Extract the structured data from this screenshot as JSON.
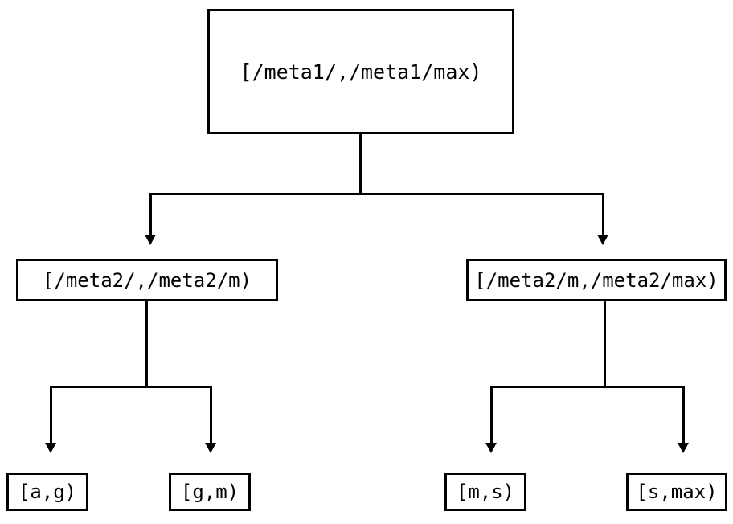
{
  "diagram": {
    "type": "tree",
    "orientation": "top-down",
    "background_color": "#ffffff",
    "stroke_color": "#000000",
    "text_color": "#000000",
    "nodes": {
      "root": {
        "label": "[/meta1/,/meta1/max)",
        "level": 0
      },
      "mid_left": {
        "label": "[/meta2/,/meta2/m)",
        "level": 1
      },
      "mid_right": {
        "label": "[/meta2/m,/meta2/max)",
        "level": 1
      },
      "leaf_ag": {
        "label": "[a,g)",
        "level": 2
      },
      "leaf_gm": {
        "label": "[g,m)",
        "level": 2
      },
      "leaf_ms": {
        "label": "[m,s)",
        "level": 2
      },
      "leaf_smax": {
        "label": "[s,max)",
        "level": 2
      }
    },
    "edges": [
      {
        "from": "root",
        "to": "mid_left",
        "arrow": "down-triangle"
      },
      {
        "from": "root",
        "to": "mid_right",
        "arrow": "down-triangle"
      },
      {
        "from": "mid_left",
        "to": "leaf_ag",
        "arrow": "down-triangle"
      },
      {
        "from": "mid_left",
        "to": "leaf_gm",
        "arrow": "down-triangle"
      },
      {
        "from": "mid_right",
        "to": "leaf_ms",
        "arrow": "down-triangle"
      },
      {
        "from": "mid_right",
        "to": "leaf_smax",
        "arrow": "down-triangle"
      }
    ]
  }
}
